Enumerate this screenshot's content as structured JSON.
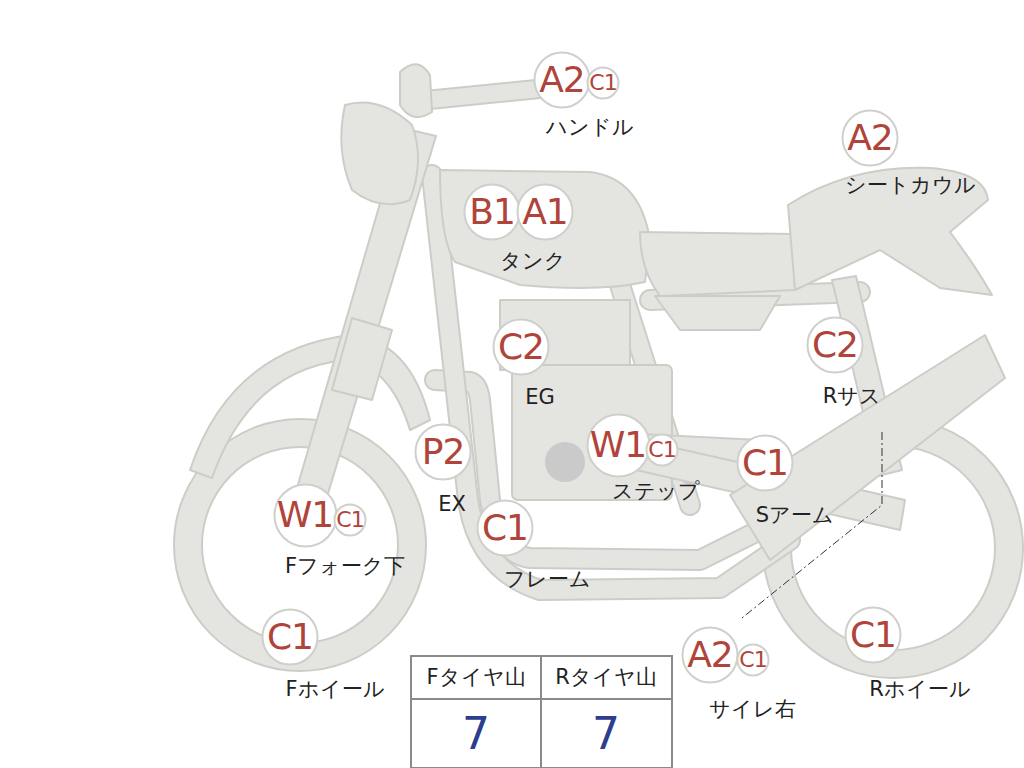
{
  "diagram": {
    "nodes": [
      {
        "text": [
          "A2"
        ]
      },
      {
        "text": [
          "C1"
        ]
      },
      {
        "text": [
          "A2"
        ]
      },
      {
        "text": [
          "B1"
        ]
      },
      {
        "text": [
          "A1"
        ]
      },
      {
        "text": [
          "C2"
        ]
      },
      {
        "text": [
          "C2"
        ]
      },
      {
        "text": [
          "P2"
        ]
      },
      {
        "text": [
          "W1"
        ]
      },
      {
        "text": [
          "C1"
        ]
      },
      {
        "text": [
          "C1"
        ]
      },
      {
        "text": [
          "W1"
        ]
      },
      {
        "text": [
          "C1"
        ]
      },
      {
        "text": [
          "C1"
        ]
      },
      {
        "text": [
          "C1"
        ]
      },
      {
        "text": [
          "A2"
        ]
      },
      {
        "text": [
          "C1"
        ]
      },
      {
        "text": [
          "C1"
        ]
      }
    ],
    "labels": [
      "ハンドル",
      "シートカウル",
      "タンク",
      "EG",
      "Rサス",
      "EX",
      "ステップ",
      "Sアーム",
      "Fフォーク下",
      "フレーム",
      "Fホイール",
      "サイレ右",
      "Rホイール",
      "Fタイヤ山",
      "Rタイヤ山",
      "7",
      "7"
    ]
  }
}
